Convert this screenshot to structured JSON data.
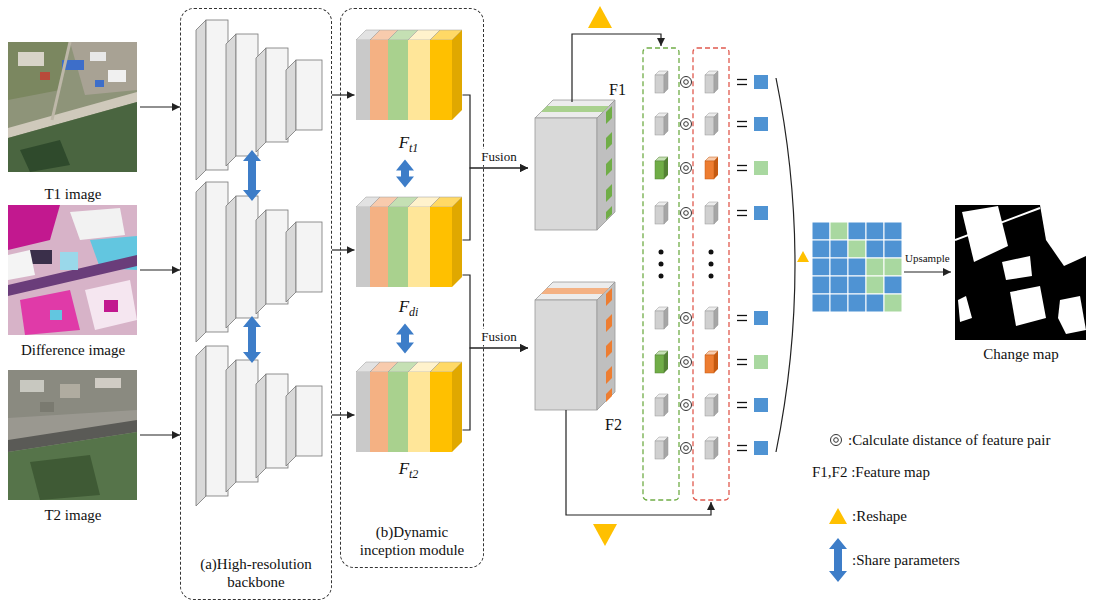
{
  "diagram": {
    "nodes": [
      {
        "text": [
          "T1 image"
        ]
      },
      {
        "text": [
          "Difference image"
        ]
      },
      {
        "text": [
          "T2 image"
        ]
      },
      {
        "text": [
          "(a)High-resolution backbone"
        ]
      },
      {
        "text": [
          "(b)Dynamic inception module"
        ]
      },
      {
        "text": [
          "Ft1"
        ],
        "in": 4
      },
      {
        "text": [
          "Fdi"
        ],
        "in": 4
      },
      {
        "text": [
          "Ft2"
        ],
        "in": 4
      },
      {
        "text": [
          "F1"
        ]
      },
      {
        "text": [
          "F2"
        ]
      },
      {
        "text": [
          "Change map"
        ]
      }
    ],
    "edges": [
      {
        "from": 0,
        "to": 3,
        "arrow": "to"
      },
      {
        "from": 1,
        "to": 3,
        "arrow": "to"
      },
      {
        "from": 2,
        "to": 3,
        "arrow": "to"
      },
      {
        "from": 3,
        "to": 5,
        "arrow": "to"
      },
      {
        "from": 3,
        "to": 6,
        "arrow": "to"
      },
      {
        "from": 3,
        "to": 7,
        "arrow": "to"
      },
      {
        "from": 5,
        "to": 8,
        "label": "Fusion",
        "arrow": "to"
      },
      {
        "from": 6,
        "to": 8,
        "arrow": "to"
      },
      {
        "from": 6,
        "to": 9,
        "arrow": "to"
      },
      {
        "from": 7,
        "to": 9,
        "label": "Fusion",
        "arrow": "to"
      },
      {
        "from": 5,
        "to": 6,
        "arrow": "both"
      },
      {
        "from": 6,
        "to": 7,
        "arrow": "both"
      }
    ],
    "labels": [
      "Upsample"
    ],
    "legend": [
      {
        "text": ":Calculate distance of feature pair"
      },
      {
        "text": "F1,F2 :Feature map"
      },
      {
        "text": ":Reshape"
      },
      {
        "text": ":Share parameters"
      }
    ]
  }
}
